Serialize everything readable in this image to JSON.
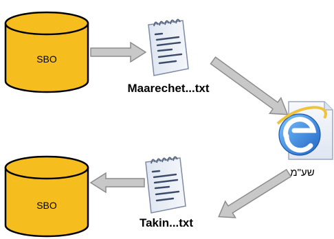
{
  "diagram": {
    "nodes": {
      "db_top": {
        "label": "SBO",
        "icon": "database-cylinder-icon"
      },
      "db_bottom": {
        "label": "SBO",
        "icon": "database-cylinder-icon"
      },
      "file_top": {
        "label": "Maarechet...txt",
        "icon": "text-file-icon"
      },
      "file_bottom": {
        "label": "Takin...txt",
        "icon": "text-file-icon"
      },
      "browser": {
        "label": "שע\"מ",
        "icon": "internet-explorer-icon"
      }
    },
    "colors": {
      "db_fill": "#F5BE1E",
      "db_stroke": "#000000",
      "arrow_fill": "#C8C8C8",
      "arrow_stroke": "#8C8C8C",
      "file_paper": "#E9EEF6",
      "file_lines": "#3B4A66",
      "ie_blue": "#2A7FD8"
    }
  }
}
